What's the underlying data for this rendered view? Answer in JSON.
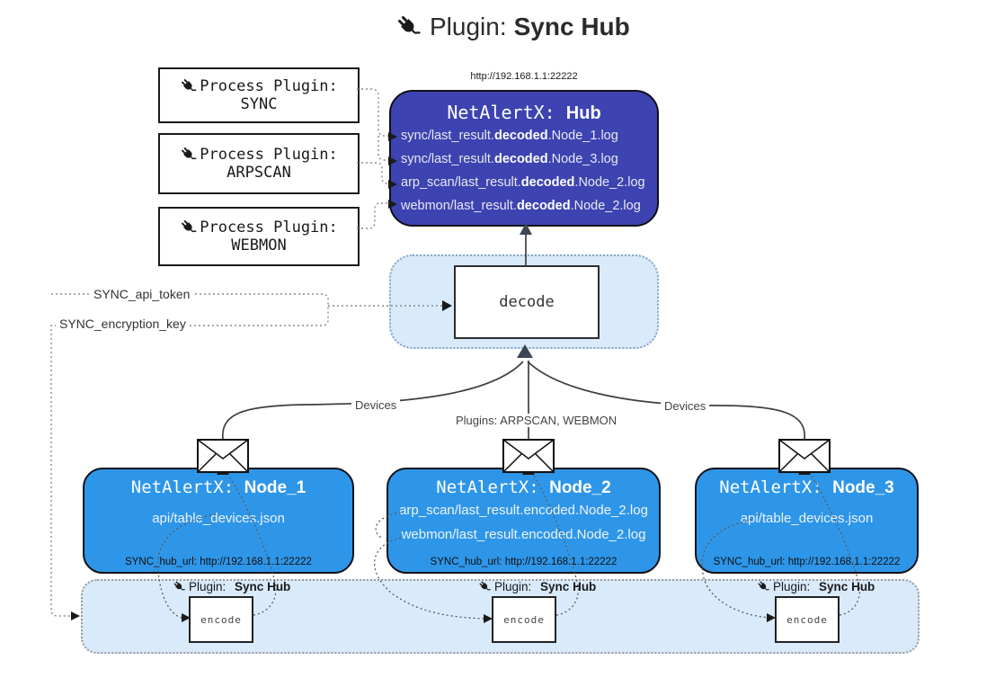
{
  "title": {
    "prefix": "Plugin:",
    "name": "Sync Hub"
  },
  "process_plugins": [
    {
      "label": "Process Plugin:",
      "name": "SYNC"
    },
    {
      "label": "Process Plugin:",
      "name": "ARPSCAN"
    },
    {
      "label": "Process Plugin:",
      "name": "WEBMON"
    }
  ],
  "hub": {
    "url": "http://192.168.1.1:22222",
    "title_prefix": "NetAlertX:",
    "title_name": "Hub",
    "files": [
      {
        "pre": "sync/last_result.",
        "bold": "decoded",
        "post": ".Node_1.log"
      },
      {
        "pre": "sync/last_result.",
        "bold": "decoded",
        "post": ".Node_3.log"
      },
      {
        "pre": "arp_scan/last_result.",
        "bold": "decoded",
        "post": ".Node_2.log"
      },
      {
        "pre": "webmon/last_result.",
        "bold": "decoded",
        "post": ".Node_2.log"
      }
    ]
  },
  "decode_box": {
    "label": "decode"
  },
  "config": {
    "api_token": "SYNC_api_token",
    "encryption_key": "SYNC_encryption_key"
  },
  "edge_labels": {
    "devices_left": "Devices",
    "plugins_middle": "Plugins: ARPSCAN, WEBMON",
    "devices_right": "Devices"
  },
  "nodes": [
    {
      "title_prefix": "NetAlertX:",
      "title_name": "Node_1",
      "files": [
        "api/table_devices.json"
      ],
      "hub_url": "SYNC_hub_url: http://192.168.1.1:22222"
    },
    {
      "title_prefix": "NetAlertX:",
      "title_name": "Node_2",
      "files": [
        "arp_scan/last_result.encoded.Node_2.log",
        "webmon/last_result.encoded.Node_2.log"
      ],
      "hub_url": "SYNC_hub_url: http://192.168.1.1:22222"
    },
    {
      "title_prefix": "NetAlertX:",
      "title_name": "Node_3",
      "files": [
        "api/table_devices.json"
      ],
      "hub_url": "SYNC_hub_url: http://192.168.1.1:22222"
    }
  ],
  "encode_band": {
    "plugin_prefix": "Plugin:",
    "plugin_name": "Sync Hub",
    "encode_label": "encode"
  },
  "colors": {
    "hub_fill": "#3d43b0",
    "node_fill": "#2e96e8",
    "band_fill": "#d9eafb",
    "hub_text": "#e9e9f2",
    "node_text": "#f2f6fb"
  }
}
